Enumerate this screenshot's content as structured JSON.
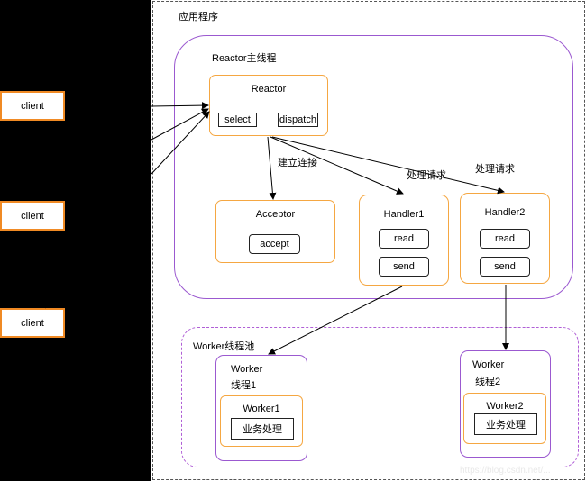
{
  "app": {
    "title": "应用程序"
  },
  "clients": [
    "client",
    "client",
    "client"
  ],
  "reactor_thread": {
    "title": "Reactor主线程",
    "reactor": {
      "title": "Reactor",
      "select": "select",
      "dispatch": "dispatch"
    }
  },
  "edges": {
    "connect": "建立连接",
    "handle_req_1": "处理请求",
    "handle_req_2": "处理请求"
  },
  "acceptor": {
    "title": "Acceptor",
    "accept": "accept"
  },
  "handlers": [
    {
      "title": "Handler1",
      "read": "read",
      "send": "send"
    },
    {
      "title": "Handler2",
      "read": "read",
      "send": "send"
    }
  ],
  "worker_pool": {
    "title": "Worker线程池",
    "threads": [
      {
        "line1": "Worker",
        "line2": "线程1",
        "worker": "Worker1",
        "task": "业务处理"
      },
      {
        "line1": "Worker",
        "line2": "线程2",
        "worker": "Worker2",
        "task": "业务处理"
      }
    ]
  },
  "watermark": "https://blog.csdn.net/..."
}
